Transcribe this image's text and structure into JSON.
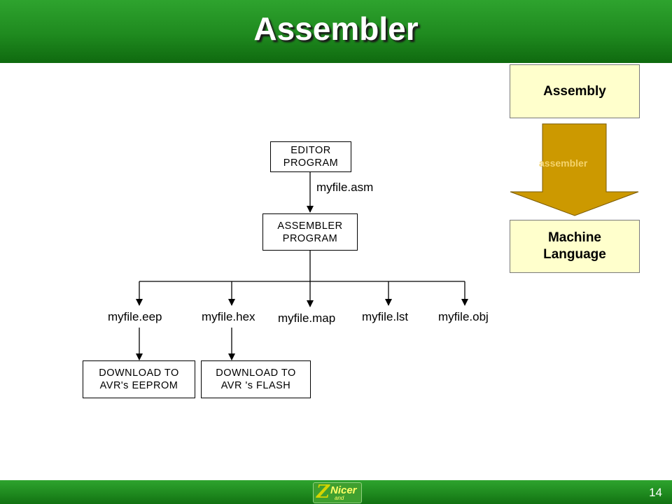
{
  "slide": {
    "title": "Assembler",
    "page_number": "14"
  },
  "logo": {
    "letter": "Z",
    "word": "Nicer",
    "small": "and"
  },
  "flow": {
    "editor": "EDITOR\nPROGRAM",
    "edge_label": "myfile.asm",
    "assembler": "ASSEMBLER\nPROGRAM",
    "outputs": [
      "myfile.eep",
      "myfile.hex",
      "myfile.map",
      "myfile.lst",
      "myfile.obj"
    ],
    "download_eeprom": "DOWNLOAD TO\nAVR's EEPROM",
    "download_flash": "DOWNLOAD TO\nAVR 's FLASH"
  },
  "side": {
    "assembly": "Assembly",
    "arrow_label": "assembler",
    "machine": "Machine\n Language",
    "arrow_color": "#cc9900",
    "box_color": "#ffffcc"
  }
}
